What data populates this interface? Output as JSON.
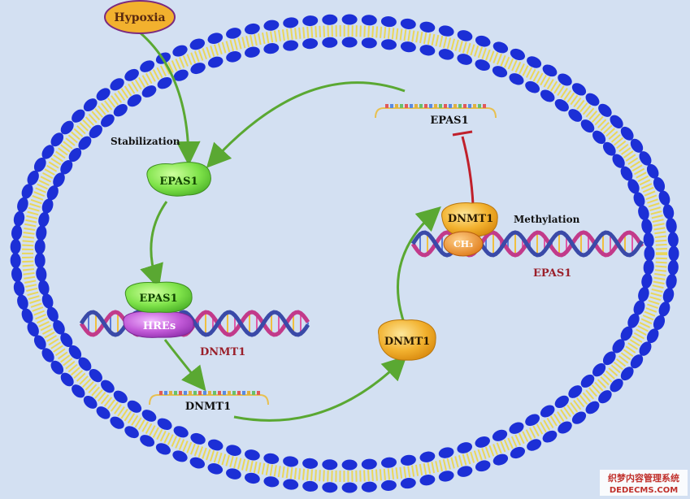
{
  "labels": {
    "hypoxia": "Hypoxia",
    "stabilization": "Stabilization",
    "epas1_cytoplasm": "EPAS1",
    "epas1_bound": "EPAS1",
    "hres": "HREs",
    "dnmt1_gene": "DNMT1",
    "dnmt1_mrna": "DNMT1",
    "dnmt1_protein": "DNMT1",
    "dnmt1_on_dna": "DNMT1",
    "ch3": "CH₃",
    "methylation": "Methylation",
    "epas1_gene": "EPAS1",
    "epas1_mrna": "EPAS1"
  },
  "watermark": {
    "line1": "织梦内容管理系统",
    "line2": "DEDECMS.COM"
  },
  "colors": {
    "background": "#d3e0f2",
    "membrane_head": "#1c2fd6",
    "membrane_tail": "#ecd64a",
    "arrow_green": "#5aa832",
    "inhibition_red": "#c0202b",
    "epas1_fill": "#7fe34a",
    "dnmt1_fill": "#f2b12e",
    "hres_fill": "#c25ad8",
    "gene_label_red": "#9a1f2a"
  }
}
